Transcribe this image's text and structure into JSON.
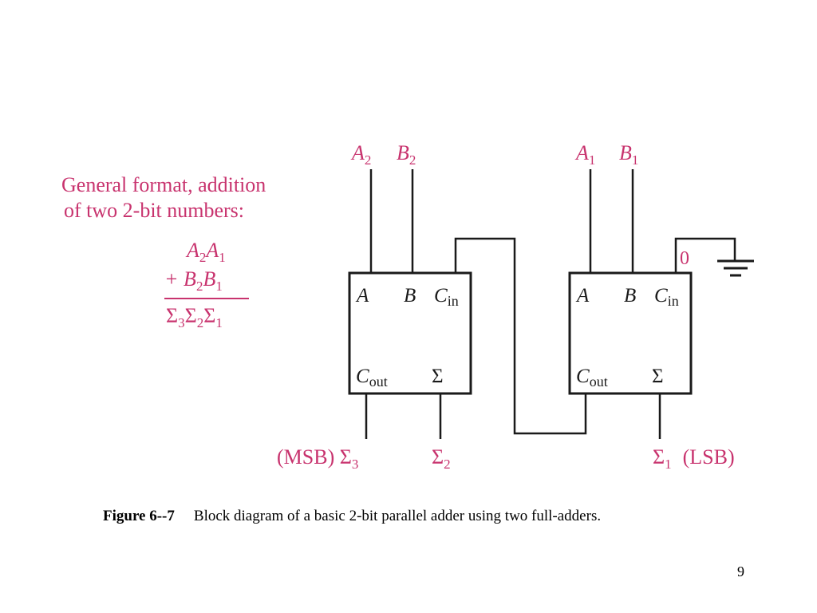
{
  "note": {
    "line1": "General format, addition",
    "line2": "of two 2-bit numbers:"
  },
  "equation": {
    "row1": [
      "A",
      "2",
      "A",
      "1"
    ],
    "row2": [
      "+ B",
      "2",
      "B",
      "1"
    ],
    "row3": [
      "Σ",
      "3",
      "Σ",
      "2",
      "Σ",
      "1"
    ]
  },
  "adder_msb": {
    "input_a": [
      "A",
      "2"
    ],
    "input_b": [
      "B",
      "2"
    ],
    "pin_a": "A",
    "pin_b": "B",
    "pin_cin": [
      "C",
      "in"
    ],
    "pin_cout": [
      "C",
      "out"
    ],
    "pin_sum": "Σ",
    "carry_out_label": [
      "(MSB) Σ",
      "3"
    ],
    "sum_label": [
      "Σ",
      "2"
    ]
  },
  "adder_lsb": {
    "input_a": [
      "A",
      "1"
    ],
    "input_b": [
      "B",
      "1"
    ],
    "pin_a": "A",
    "pin_b": "B",
    "pin_cin": [
      "C",
      "in"
    ],
    "pin_cout": [
      "C",
      "out"
    ],
    "pin_sum": "Σ",
    "carry_in_value": "0",
    "sum_label": [
      "Σ",
      "1",
      "(LSB)"
    ]
  },
  "caption": {
    "figure": "Figure 6--7",
    "text": "Block diagram of a basic 2-bit parallel adder using two full-adders."
  },
  "page_number": "9"
}
